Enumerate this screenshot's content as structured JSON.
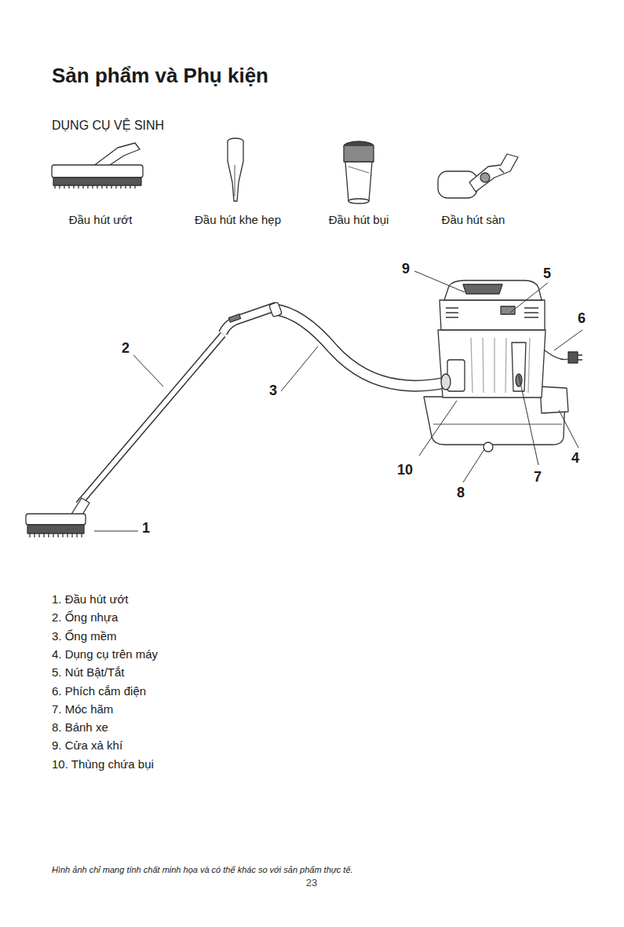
{
  "diagram": {
    "title": "Sản phẩm và Phụ kiện",
    "caption": "Hình ảnh chỉ mang tính chất minh họa và có thể khác so với sản phẩm thực tế.",
    "labels": [
      "DỤNG CỤ VỆ SINH",
      "Đầu hút ướt",
      "Đầu hút khe hẹp",
      "Đầu hút bụi",
      "Đầu hút sàn",
      "9",
      "5",
      "6",
      "2",
      "3",
      "4",
      "10",
      "7",
      "8",
      "1",
      "1. Đầu hút ướt",
      "2. Ống nhựa",
      "3. Ống mềm",
      "4. Dụng cụ trên máy",
      "5. Nút Bật/Tắt",
      "6. Phích cắm điện",
      "7. Móc hãm",
      "8. Bánh xe",
      "9. Cửa xả khí",
      "10. Thùng chứa bụi",
      "23"
    ]
  }
}
